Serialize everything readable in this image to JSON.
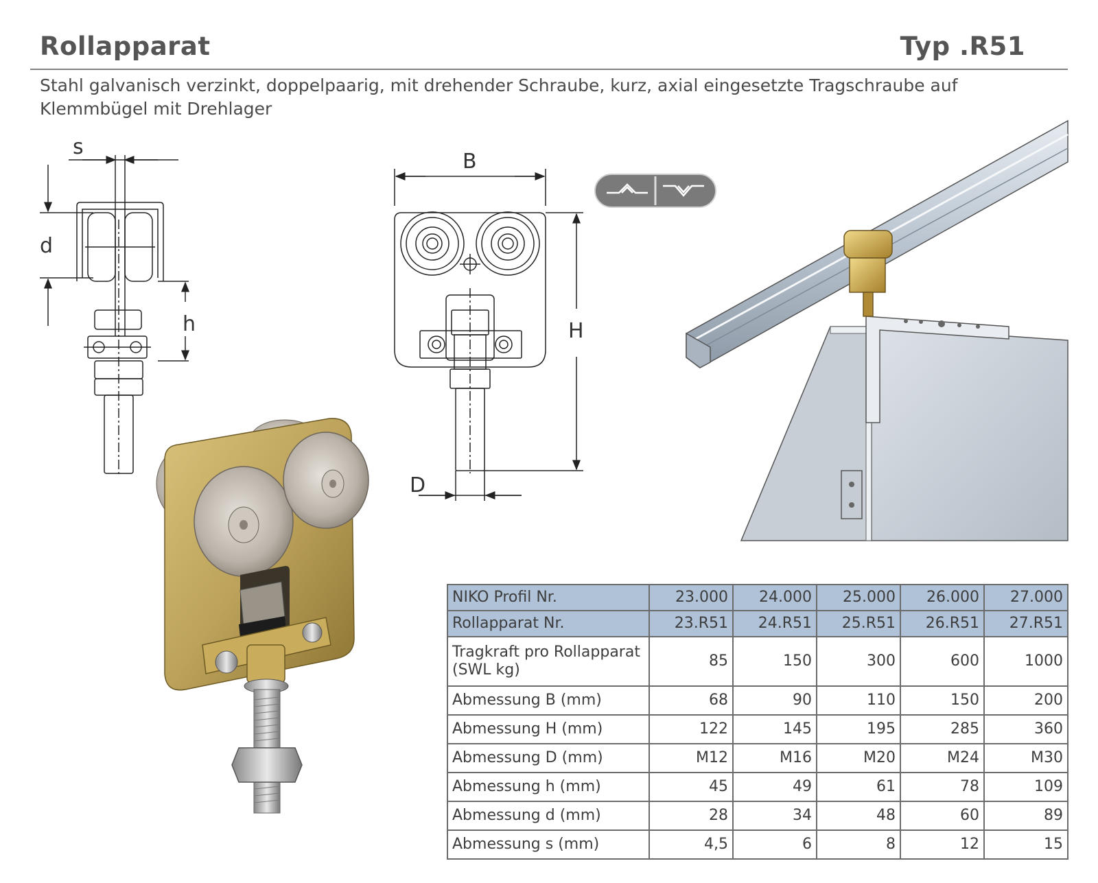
{
  "header": {
    "title": "Rollapparat",
    "type": "Typ .R51"
  },
  "description": {
    "line1": "Stahl galvanisch verzinkt, doppelpaarig, mit drehender Schraube, kurz, axial eingesetzte Tragschraube auf",
    "line2": "Klemmbügel mit Drehlager"
  },
  "side_drawing": {
    "s": "s",
    "d": "d",
    "h": "h"
  },
  "front_drawing": {
    "B": "B",
    "H": "H",
    "D": "D"
  },
  "badge": {
    "icons": [
      "profile-v-rail-icon",
      "profile-inverted-v-rail-icon"
    ]
  },
  "colors": {
    "table_header_bg": "#b0c2d8",
    "brass": "#c8a64a",
    "rail": "#b9c4d0"
  },
  "table": {
    "rows": [
      {
        "label": "NIKO Profil Nr.",
        "values": [
          "23.000",
          "24.000",
          "25.000",
          "26.000",
          "27.000"
        ]
      },
      {
        "label": "Rollapparat Nr.",
        "values": [
          "23.R51",
          "24.R51",
          "25.R51",
          "26.R51",
          "27.R51"
        ]
      },
      {
        "label_line1": "Tragkraft pro Rollapparat",
        "label_line2": "(SWL kg)",
        "values": [
          "85",
          "150",
          "300",
          "600",
          "1000"
        ]
      },
      {
        "label": "Abmessung B (mm)",
        "values": [
          "68",
          "90",
          "110",
          "150",
          "200"
        ]
      },
      {
        "label": "Abmessung H (mm)",
        "values": [
          "122",
          "145",
          "195",
          "285",
          "360"
        ]
      },
      {
        "label": "Abmessung D (mm)",
        "values": [
          "M12",
          "M16",
          "M20",
          "M24",
          "M30"
        ]
      },
      {
        "label": "Abmessung h (mm)",
        "values": [
          "45",
          "49",
          "61",
          "78",
          "109"
        ]
      },
      {
        "label": "Abmessung d (mm)",
        "values": [
          "28",
          "34",
          "48",
          "60",
          "89"
        ]
      },
      {
        "label": "Abmessung s (mm)",
        "values": [
          "4,5",
          "6",
          "8",
          "12",
          "15"
        ]
      }
    ]
  }
}
